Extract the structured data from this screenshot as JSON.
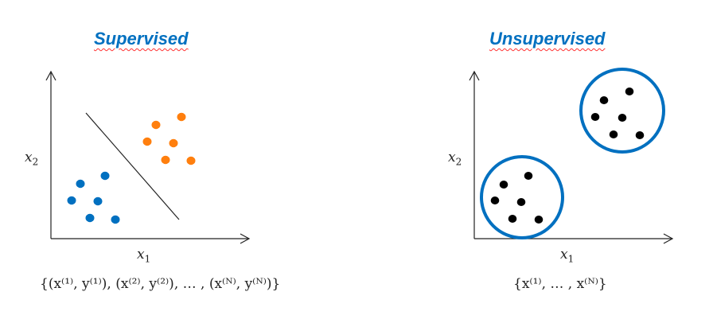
{
  "panels": [
    {
      "title": "Supervised",
      "x_label": "x",
      "x_label_sub": "1",
      "y_label": "x",
      "y_label_sub": "2",
      "formula": "{(x⁽¹⁾, y⁽¹⁾), (x⁽²⁾, y⁽²⁾), … , (x⁽ᴺ⁾, y⁽ᴺ⁾)}"
    },
    {
      "title": "Unsupervised",
      "x_label": "x",
      "x_label_sub": "1",
      "y_label": "x",
      "y_label_sub": "2",
      "formula": "{x⁽¹⁾, … , x⁽ᴺ⁾}"
    }
  ],
  "colors": {
    "title": "#0070C0",
    "class_a": "#0070C0",
    "class_b": "#FF7F0E",
    "cluster_points": "#000000",
    "cluster_circle": "#0070C0",
    "spellcheck_underline": "#ff3030"
  },
  "chart_data": [
    {
      "type": "scatter",
      "title": "Supervised",
      "xlabel": "x1",
      "ylabel": "x2",
      "series": [
        {
          "name": "class orange",
          "color": "#FF7F0E",
          "points": [
            [
              228,
              147
            ],
            [
              196,
              157
            ],
            [
              185,
              178
            ],
            [
              218,
              180
            ],
            [
              208,
              201
            ],
            [
              240,
              202
            ]
          ]
        },
        {
          "name": "class blue",
          "color": "#0070C0",
          "points": [
            [
              132,
              221
            ],
            [
              101,
              231
            ],
            [
              90,
              252
            ],
            [
              123,
              253
            ],
            [
              113,
              274
            ],
            [
              145,
              276
            ]
          ]
        }
      ],
      "decision_boundary": [
        [
          108,
          142
        ],
        [
          225,
          276
        ]
      ]
    },
    {
      "type": "scatter",
      "title": "Unsupervised",
      "xlabel": "x1",
      "ylabel": "x2",
      "series": [
        {
          "name": "cluster top-right",
          "color": "#000000",
          "points": [
            [
              791,
              115
            ],
            [
              759,
              126
            ],
            [
              748,
              147
            ],
            [
              782,
              148
            ],
            [
              771,
              169
            ],
            [
              804,
              170
            ]
          ]
        },
        {
          "name": "cluster bottom-left",
          "color": "#000000",
          "points": [
            [
              664,
              221
            ],
            [
              633,
              232
            ],
            [
              622,
              252
            ],
            [
              655,
              254
            ],
            [
              644,
              275
            ],
            [
              677,
              276
            ]
          ]
        }
      ],
      "cluster_circles": [
        {
          "cx": 782,
          "cy": 139,
          "r": 53
        },
        {
          "cx": 656,
          "cy": 248,
          "r": 52
        }
      ]
    }
  ]
}
